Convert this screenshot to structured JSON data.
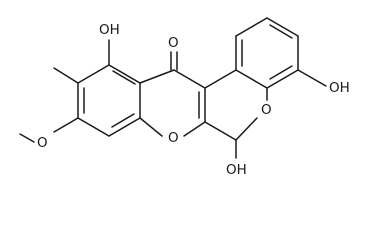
{
  "molecule": {
    "atom_labels": {
      "hydroxyl_top_left": "OH",
      "carbonyl_oxygen": "O",
      "hydroxyl_right": "OH",
      "methoxy_oxygen": "O",
      "ring_oxygen_pyranone": "O",
      "ring_oxygen_chromene": "O",
      "hydroxyl_bottom": "OH"
    }
  }
}
